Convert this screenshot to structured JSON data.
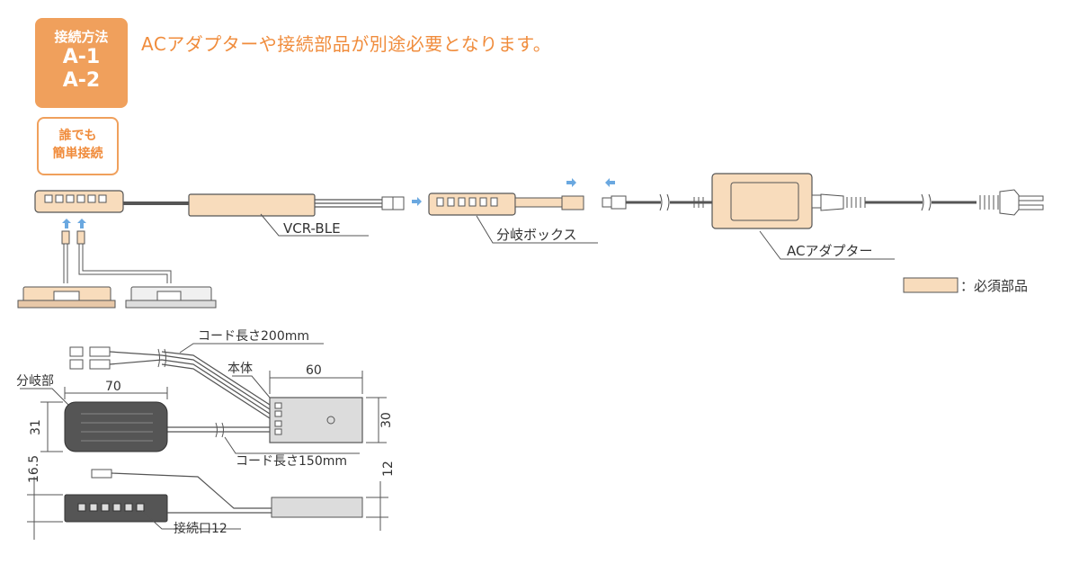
{
  "badge": {
    "line1": "接続方法",
    "line2": "A-1",
    "line3": "A-2"
  },
  "notice": "ACアダプターや接続部品が別途必要となります。",
  "easy_badge": {
    "line1": "誰でも",
    "line2": "簡単接続"
  },
  "labels": {
    "vcr": "VCR-BLE",
    "branch_box": "分岐ボックス",
    "ac_adapter": "ACアダプター",
    "legend": "：必須部品"
  },
  "dimensions": {
    "cord_200": "コード長さ200mm",
    "body": "本体",
    "width_60": "60",
    "branch_part": "分岐部",
    "width_70": "70",
    "height_31": "31",
    "height_30": "30",
    "cord_150": "コード長さ150mm",
    "height_16_5": "16.5",
    "height_12": "12",
    "ports": "接続口12"
  },
  "colors": {
    "accent": "#f0a05c",
    "required_part": "#f8dcbc",
    "arrow": "#6aa8e0"
  }
}
